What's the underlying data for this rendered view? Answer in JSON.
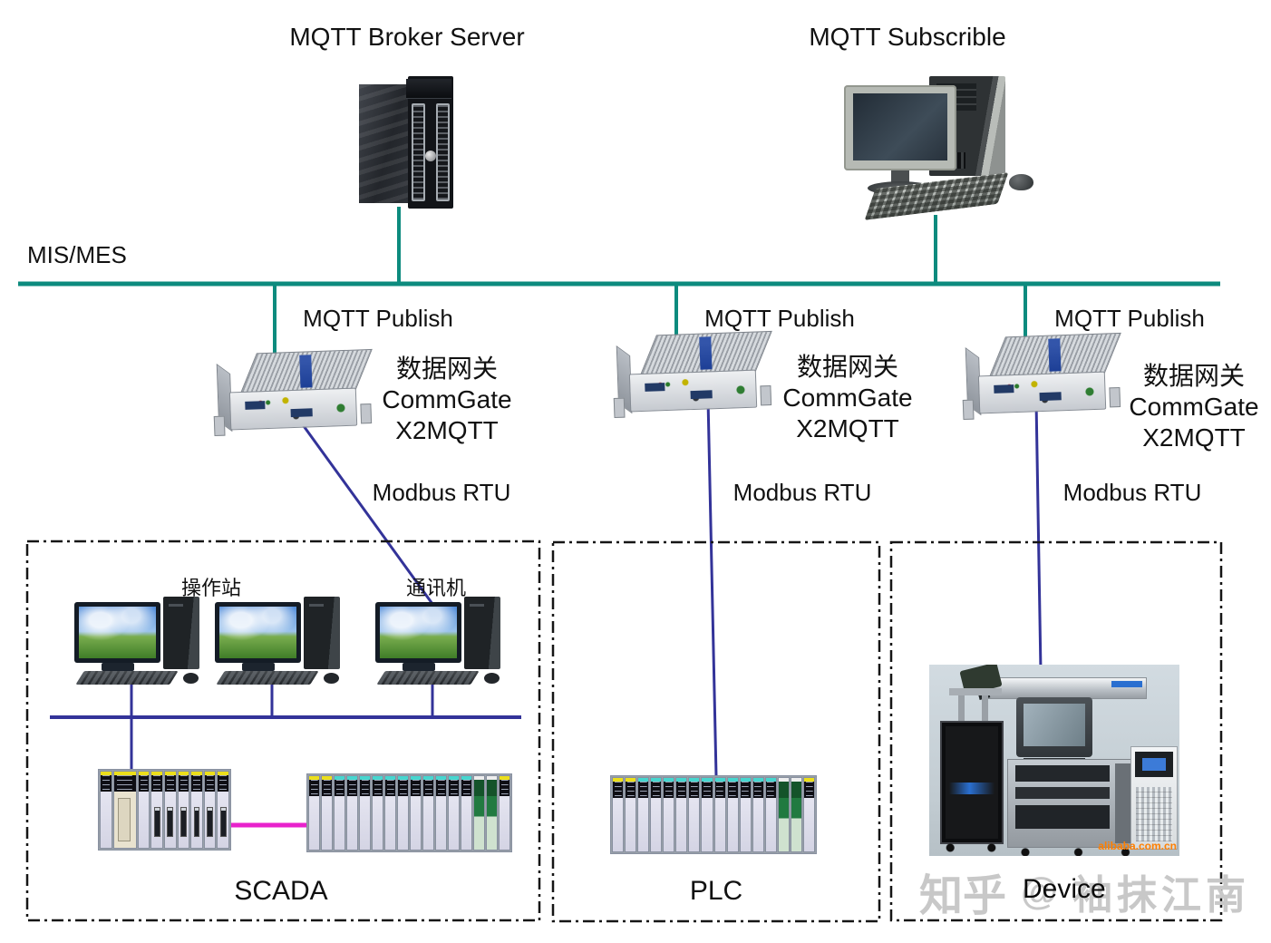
{
  "header": {
    "broker_title": "MQTT Broker Server",
    "subscriber_title": "MQTT Subscrible"
  },
  "bus": {
    "label": "MIS/MES"
  },
  "gateways": [
    {
      "publish_label": "MQTT Publish",
      "device_name_cn": "数据网关",
      "device_name_line2": "CommGate",
      "device_name_line3": "X2MQTT",
      "link_label": "Modbus RTU"
    },
    {
      "publish_label": "MQTT Publish",
      "device_name_cn": "数据网关",
      "device_name_line2": "CommGate",
      "device_name_line3": "X2MQTT",
      "link_label": "Modbus RTU"
    },
    {
      "publish_label": "MQTT Publish",
      "device_name_cn": "数据网关",
      "device_name_line2": "CommGate",
      "device_name_line3": "X2MQTT",
      "link_label": "Modbus RTU"
    }
  ],
  "zones": {
    "scada": {
      "label": "SCADA",
      "station_label": "操作站",
      "comm_label": "通讯机"
    },
    "plc": {
      "label": "PLC"
    },
    "device": {
      "label": "Device",
      "photo_watermark": "alibaba.com.cn"
    }
  },
  "watermark": {
    "prefix": "知乎",
    "at": "@",
    "suffix": "袖抹江南"
  },
  "colors": {
    "mqtt_bus": "#0d8b7e",
    "modbus_link": "#333399",
    "rack_link": "#e822cc",
    "dashed_border": "#151515"
  }
}
